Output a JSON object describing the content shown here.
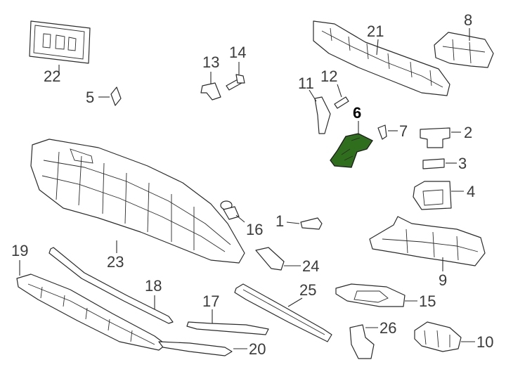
{
  "diagram": {
    "highlight_color": "#2f6e1c",
    "line_color": "#2b2b2b",
    "highlighted_part": "6",
    "labels": [
      "1",
      "2",
      "3",
      "4",
      "5",
      "6",
      "7",
      "8",
      "9",
      "10",
      "11",
      "12",
      "13",
      "14",
      "15",
      "16",
      "17",
      "18",
      "19",
      "20",
      "21",
      "22",
      "23",
      "24",
      "25",
      "26"
    ]
  }
}
